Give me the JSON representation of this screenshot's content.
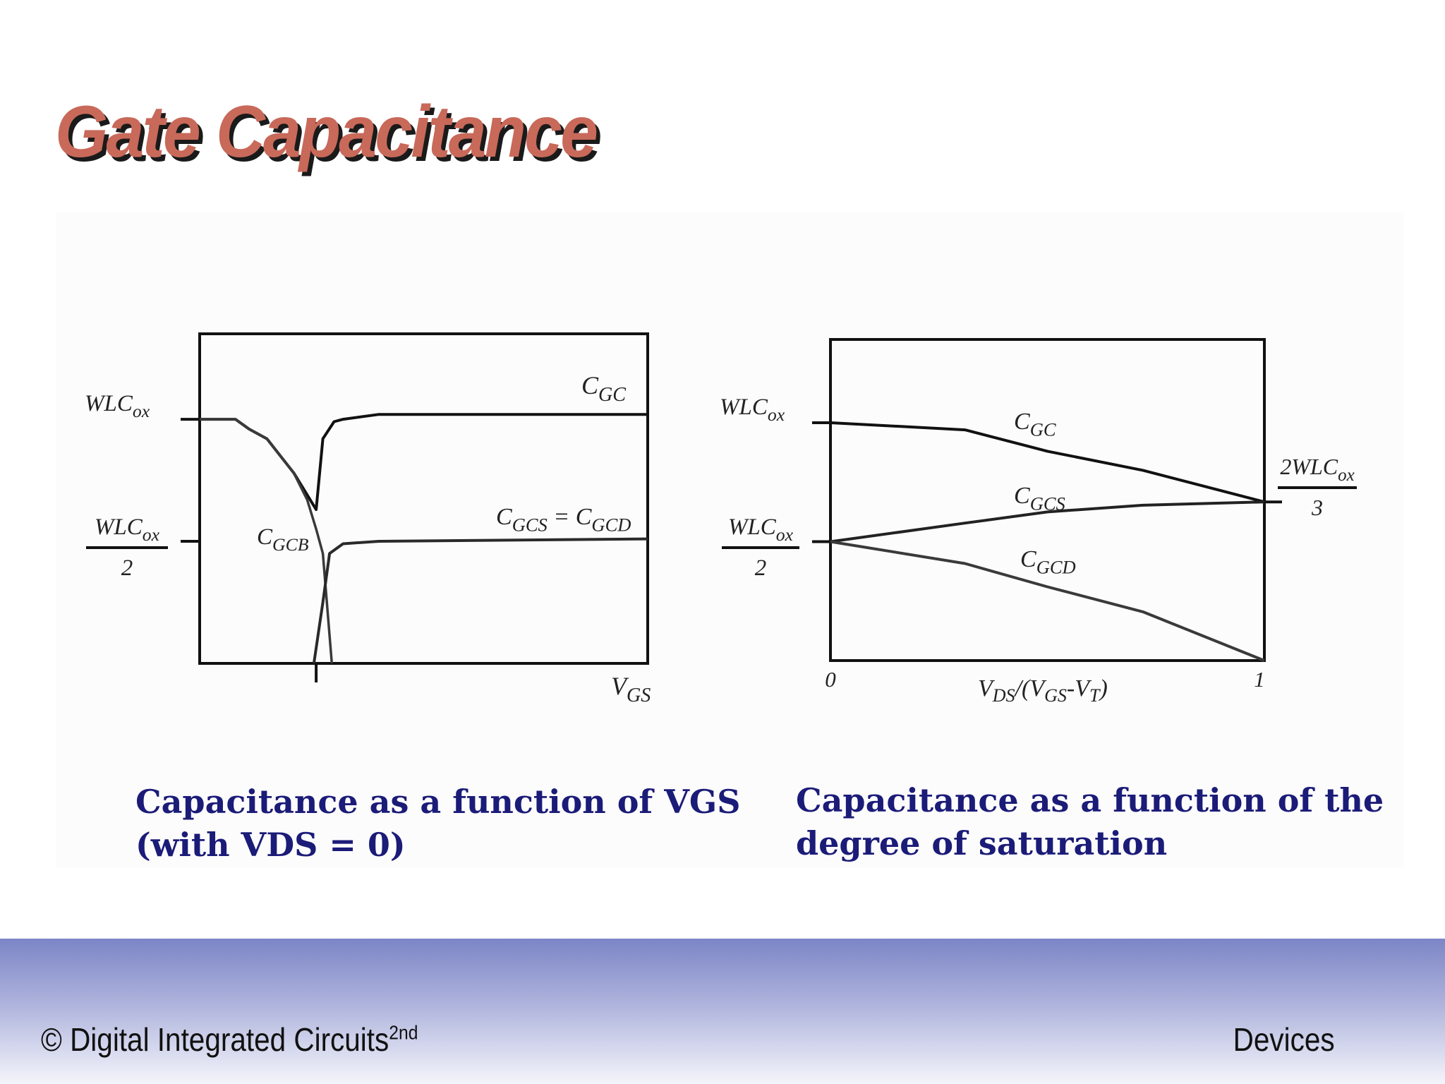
{
  "slide": {
    "title": "Gate Capacitance",
    "title_color": "#c8695a",
    "caption_left": [
      "Capacitance as a function of VGS",
      "(with VDS = 0)"
    ],
    "caption_right": [
      "Capacitance as a function of the",
      "degree of saturation"
    ],
    "caption_color": "#1b1b78"
  },
  "footer": {
    "left_text": "© Digital Integrated Circuits",
    "left_superscript": "2nd",
    "right_text": "Devices",
    "gradient_top": "#7c85c7",
    "gradient_bottom": "#f4f5fb"
  },
  "chart_data": [
    {
      "type": "line",
      "xlabel": {
        "main": "V",
        "sub": "GS"
      },
      "y_ticks": [
        {
          "value": 1.0,
          "label": {
            "main": "WLC",
            "sub": "ox"
          }
        },
        {
          "value": 0.5,
          "label": {
            "main": "WLC",
            "sub": "ox",
            "denominator": "2"
          }
        }
      ],
      "x_ticks": [
        {
          "value": 0.26
        }
      ],
      "xlim": [
        0,
        1
      ],
      "ylim": [
        0,
        1.35
      ],
      "series": [
        {
          "name": {
            "main": "C",
            "sub": "GC"
          },
          "x": [
            0,
            0.08,
            0.11,
            0.15,
            0.21,
            0.26,
            0.275,
            0.3,
            0.32,
            0.4,
            1.0
          ],
          "y": [
            1.0,
            1.0,
            0.96,
            0.92,
            0.78,
            0.63,
            0.92,
            0.99,
            1.0,
            1.02,
            1.02
          ]
        },
        {
          "name": {
            "main": "C",
            "sub": "GCB"
          },
          "x": [
            0,
            0.08,
            0.11,
            0.15,
            0.21,
            0.24,
            0.26,
            0.275,
            0.295
          ],
          "y": [
            1.0,
            1.0,
            0.96,
            0.92,
            0.78,
            0.67,
            0.55,
            0.45,
            0.0
          ]
        },
        {
          "name": {
            "main": "C",
            "sub": "GCS",
            "suffix": " = ",
            "main2": "C",
            "sub2": "GCD"
          },
          "x": [
            0.255,
            0.275,
            0.29,
            0.32,
            0.4,
            1.0
          ],
          "y": [
            0.0,
            0.25,
            0.45,
            0.49,
            0.5,
            0.51
          ]
        }
      ]
    },
    {
      "type": "line",
      "xlabel": {
        "v1": "V",
        "s1": "DS",
        "mid": "/(V",
        "s2": "GS",
        "dash": "-V",
        "s3": "T",
        "close": ")"
      },
      "x_ticks": [
        {
          "value": 0,
          "label": "0"
        },
        {
          "value": 1,
          "label": "1"
        }
      ],
      "y_ticks": [
        {
          "value": 1.0,
          "label": {
            "main": "WLC",
            "sub": "ox"
          }
        },
        {
          "value": 0.5,
          "label": {
            "main": "WLC",
            "sub": "ox",
            "denominator": "2"
          }
        },
        {
          "value": 0.667,
          "label": {
            "main": "2WLC",
            "sub": "ox",
            "denominator": "3"
          },
          "side": "right"
        }
      ],
      "xlim": [
        0,
        1
      ],
      "ylim": [
        0,
        1.35
      ],
      "series": [
        {
          "name": {
            "main": "C",
            "sub": "GC"
          },
          "x": [
            0,
            0.31,
            0.5,
            0.72,
            1.0
          ],
          "y": [
            1.0,
            0.97,
            0.88,
            0.8,
            0.667
          ]
        },
        {
          "name": {
            "main": "C",
            "sub": "GCS"
          },
          "x": [
            0,
            0.31,
            0.5,
            0.72,
            1.0
          ],
          "y": [
            0.5,
            0.578,
            0.625,
            0.653,
            0.667
          ]
        },
        {
          "name": {
            "main": "C",
            "sub": "GCD"
          },
          "x": [
            0,
            0.31,
            0.5,
            0.72,
            1.0
          ],
          "y": [
            0.5,
            0.408,
            0.31,
            0.205,
            0.0
          ]
        }
      ]
    }
  ]
}
